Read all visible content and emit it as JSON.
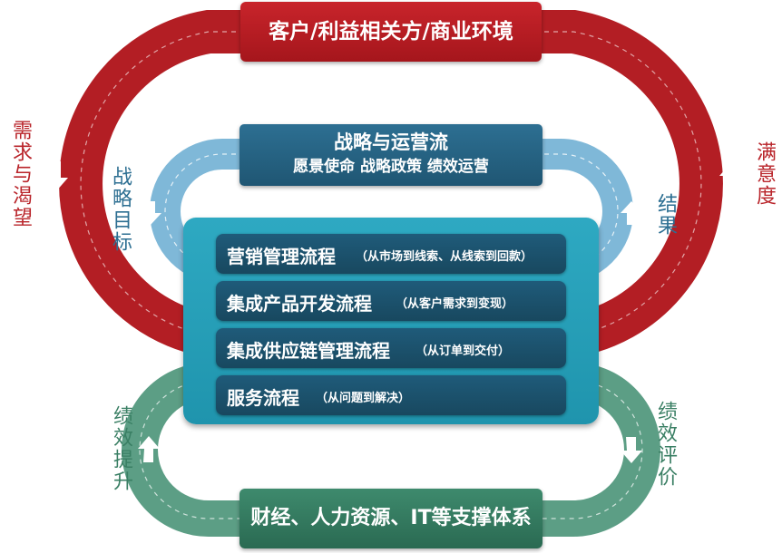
{
  "top_box": "客户/利益相关方/商业环境",
  "strategy_box": {
    "title": "战略与运营流",
    "subtitle": "愿景使命 战略政策 绩效运营"
  },
  "processes": [
    {
      "name": "营销管理流程",
      "note": "（从市场到线索、从线索到回款）"
    },
    {
      "name": "集成产品开发流程",
      "note": "（从客户需求到变现）"
    },
    {
      "name": "集成供应链管理流程",
      "note": "（从订单到交付）"
    },
    {
      "name": "服务流程",
      "note": "（从问题到解决）"
    }
  ],
  "bottom_box": "财经、人力资源、IT等支撑体系",
  "labels": {
    "left_outer": "需求与渴望",
    "right_outer": "满意度",
    "left_inner": "战略目标",
    "right_inner": "结果",
    "left_bottom": "绩效提升",
    "right_bottom": "绩效评价"
  },
  "colors": {
    "red": "#c8242b",
    "blue": "#2d6f92",
    "teal": "#2ea9c2",
    "green": "#3e8a6d"
  }
}
